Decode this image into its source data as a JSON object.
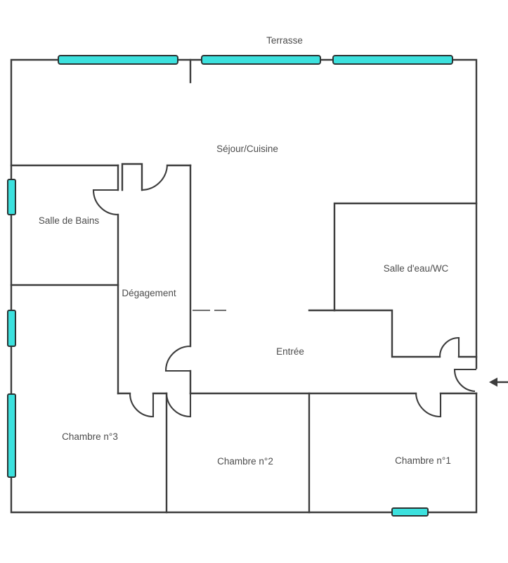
{
  "colors": {
    "background": "#ffffff",
    "wall": "#3c3c3c",
    "partition": "#6e6e6e",
    "window_fill": "#3ce1de",
    "window_border": "#2b3333",
    "label": "#4d4d4d",
    "arrow": "#3c3c3c"
  },
  "rooms": [
    {
      "id": "terrasse",
      "label": "Terrasse"
    },
    {
      "id": "sejour-cuisine",
      "label": "Séjour/Cuisine"
    },
    {
      "id": "salle-de-bains",
      "label": "Salle de Bains"
    },
    {
      "id": "degagement",
      "label": "Dégagement"
    },
    {
      "id": "salle-deau-wc",
      "label": "Salle d'eau/WC"
    },
    {
      "id": "entree",
      "label": "Entrée"
    },
    {
      "id": "chambre-3",
      "label": "Chambre n°3"
    },
    {
      "id": "chambre-2",
      "label": "Chambre n°2"
    },
    {
      "id": "chambre-1",
      "label": "Chambre n°1"
    }
  ]
}
